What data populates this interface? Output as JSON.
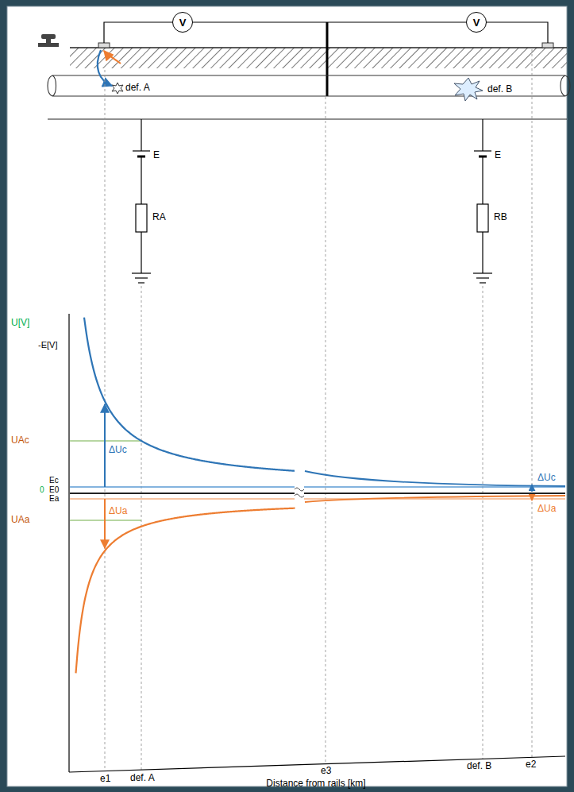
{
  "diagram": {
    "nodes": [
      {
        "text": [
          "V"
        ]
      },
      {
        "text": [
          "V"
        ]
      }
    ],
    "edges": [
      {
        "from": 0,
        "to": 1,
        "arrow": "none"
      }
    ],
    "labels": [
      "def. A",
      "def. B",
      "E",
      "RA",
      "E",
      "RB",
      "U[V]",
      "-E[V]",
      "UAc",
      "ΔUc",
      "Ec",
      "0",
      "E0",
      "Ea",
      "UAa",
      "ΔUa",
      "ΔUc",
      "ΔUa",
      "e1",
      "def. A",
      "e3",
      "def. B",
      "e2",
      "Distance from rails [km]"
    ]
  }
}
